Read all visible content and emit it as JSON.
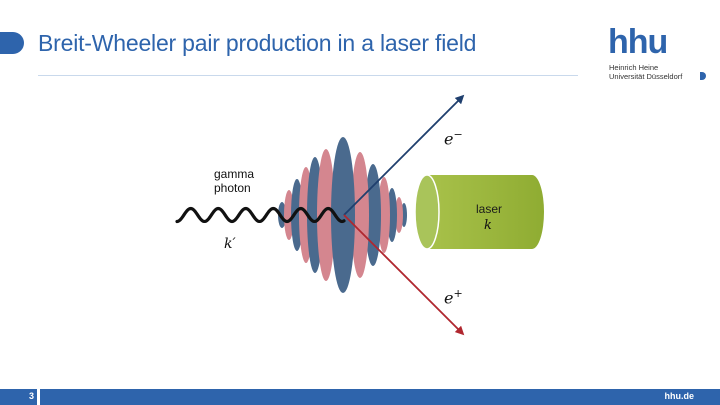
{
  "slide": {
    "title": "Breit-Wheeler pair production in a laser field",
    "page_number": "3",
    "footer_url": "hhu.de"
  },
  "logo": {
    "wordmark": "hhu",
    "line1": "Heinrich Heine",
    "line2": "Universität Düsseldorf"
  },
  "diagram": {
    "gamma_label_line1": "gamma",
    "gamma_label_line2": "photon",
    "photon_momentum": "k′",
    "electron_label": "e",
    "electron_charge": "−",
    "positron_label": "e",
    "positron_charge": "+",
    "laser_label": "laser",
    "laser_momentum": "k",
    "colors": {
      "blue_band": "#4a6a8e",
      "pink_band": "#d4868f",
      "electron_arrow": "#1f3f6e",
      "positron_arrow": "#b0272f",
      "laser_cylinder": "#9ab63a"
    }
  }
}
